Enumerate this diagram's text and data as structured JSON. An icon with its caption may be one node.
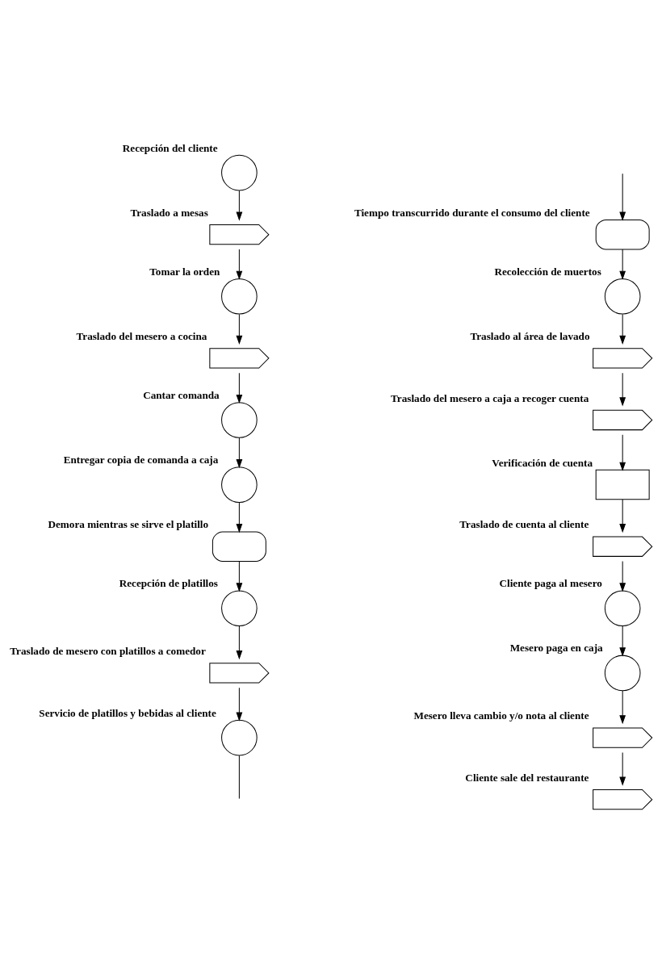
{
  "diagram": {
    "nodes": [
      {
        "text": [
          "Recepción del cliente"
        ]
      },
      {
        "text": [
          "Traslado a mesas"
        ]
      },
      {
        "text": [
          "Tomar la orden"
        ]
      },
      {
        "text": [
          "Traslado del mesero a cocina"
        ]
      },
      {
        "text": [
          "Cantar comanda"
        ]
      },
      {
        "text": [
          "Entregar copia de comanda a caja"
        ]
      },
      {
        "text": [
          "Demora mientras se sirve el platillo"
        ]
      },
      {
        "text": [
          "Recepción de platillos"
        ]
      },
      {
        "text": [
          "Traslado de mesero con platillos a comedor"
        ]
      },
      {
        "text": [
          "Servicio de platillos y bebidas al cliente"
        ]
      },
      {
        "text": [
          "Tiempo transcurrido durante el consumo del cliente"
        ]
      },
      {
        "text": [
          "Recolección de muertos"
        ]
      },
      {
        "text": [
          "Traslado al área de lavado"
        ]
      },
      {
        "text": [
          "Traslado del mesero a caja a recoger cuenta"
        ]
      },
      {
        "text": [
          "Verificación de cuenta"
        ]
      },
      {
        "text": [
          "Traslado de cuenta al cliente"
        ]
      },
      {
        "text": [
          "Cliente paga al mesero"
        ]
      },
      {
        "text": [
          "Mesero paga en caja"
        ]
      },
      {
        "text": [
          "Mesero lleva cambio y/o nota al cliente"
        ]
      },
      {
        "text": [
          "Cliente sale del restaurante"
        ]
      }
    ],
    "edges": [
      {
        "from": 0,
        "to": 1,
        "arrow": "to"
      },
      {
        "from": 1,
        "to": 2,
        "arrow": "to"
      },
      {
        "from": 2,
        "to": 3,
        "arrow": "to"
      },
      {
        "from": 3,
        "to": 4,
        "arrow": "to"
      },
      {
        "from": 4,
        "to": 5,
        "arrow": "to"
      },
      {
        "from": 5,
        "to": 6,
        "arrow": "to"
      },
      {
        "from": 6,
        "to": 7,
        "arrow": "to"
      },
      {
        "from": 7,
        "to": 8,
        "arrow": "to"
      },
      {
        "from": 8,
        "to": 9,
        "arrow": "to"
      },
      {
        "from": 9,
        "to": null,
        "arrow": "none"
      },
      {
        "from": null,
        "to": 10,
        "arrow": "to"
      },
      {
        "from": 10,
        "to": 11,
        "arrow": "to"
      },
      {
        "from": 11,
        "to": 12,
        "arrow": "to"
      },
      {
        "from": 12,
        "to": 13,
        "arrow": "to"
      },
      {
        "from": 13,
        "to": 14,
        "arrow": "to"
      },
      {
        "from": 14,
        "to": 15,
        "arrow": "to"
      },
      {
        "from": 15,
        "to": 16,
        "arrow": "to"
      },
      {
        "from": 16,
        "to": 17,
        "arrow": "to"
      },
      {
        "from": 17,
        "to": 18,
        "arrow": "to"
      },
      {
        "from": 18,
        "to": 19,
        "arrow": "to"
      }
    ]
  }
}
